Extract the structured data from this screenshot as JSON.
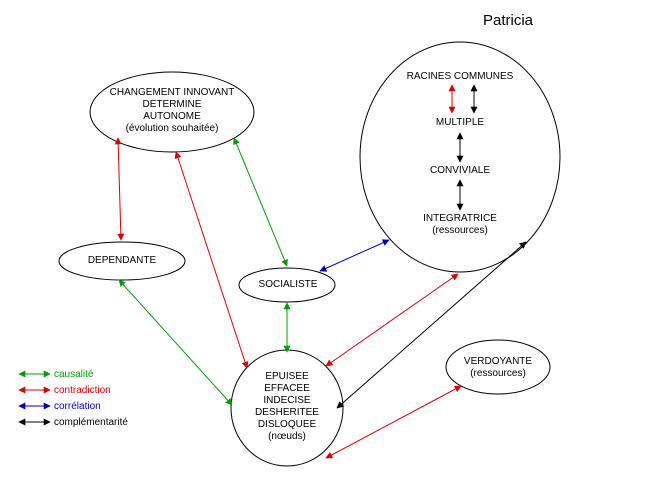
{
  "title": "Patricia",
  "colors": {
    "causalite": "#00a000",
    "contradiction": "#e00000",
    "correlation": "#0000c0",
    "complementarite": "#000000"
  },
  "nodes": {
    "changement": [
      "CHANGEMENT INNOVANT",
      "DETERMINE",
      "AUTONOME",
      "(évolution souhaitée)"
    ],
    "dependante": [
      "DEPENDANTE"
    ],
    "socialiste": [
      "SOCIALISTE"
    ],
    "epuisee": [
      "EPUISEE",
      "EFFACEE",
      "INDECISE",
      "DESHERITEE",
      "DISLOQUEE",
      "(nœuds)"
    ],
    "verdoyante": [
      "VERDOYANTE",
      "(ressources)"
    ],
    "racines_communes": [
      "RACINES COMMUNES"
    ],
    "multiple": [
      "MULTIPLE"
    ],
    "conviviale": [
      "CONVIVIALE"
    ],
    "integratrice": [
      "INTEGRATRICE",
      "(ressources)"
    ]
  },
  "legend": [
    {
      "label": "causalité",
      "relation": "causalite"
    },
    {
      "label": "contradiction",
      "relation": "contradiction"
    },
    {
      "label": "corrélation",
      "relation": "correlation"
    },
    {
      "label": "complémentarité",
      "relation": "complementarite"
    }
  ],
  "links": [
    {
      "from": "changement",
      "to": "dependante",
      "relation": "contradiction"
    },
    {
      "from": "changement",
      "to": "epuisee",
      "relation": "contradiction"
    },
    {
      "from": "changement",
      "to": "socialiste",
      "relation": "causalite"
    },
    {
      "from": "dependante",
      "to": "epuisee",
      "relation": "causalite"
    },
    {
      "from": "socialiste",
      "to": "epuisee",
      "relation": "causalite"
    },
    {
      "from": "socialiste",
      "to": "racines_ellipse",
      "relation": "correlation"
    },
    {
      "from": "epuisee",
      "to": "racines_ellipse",
      "relation": "contradiction"
    },
    {
      "from": "epuisee",
      "to": "integratrice",
      "relation": "complementarite"
    },
    {
      "from": "epuisee",
      "to": "verdoyante",
      "relation": "contradiction"
    },
    {
      "from": "racines_communes",
      "to": "multiple",
      "relation": "contradiction"
    },
    {
      "from": "racines_communes",
      "to": "multiple",
      "relation": "complementarite"
    },
    {
      "from": "multiple",
      "to": "conviviale",
      "relation": "complementarite"
    },
    {
      "from": "conviviale",
      "to": "integratrice",
      "relation": "complementarite"
    }
  ]
}
